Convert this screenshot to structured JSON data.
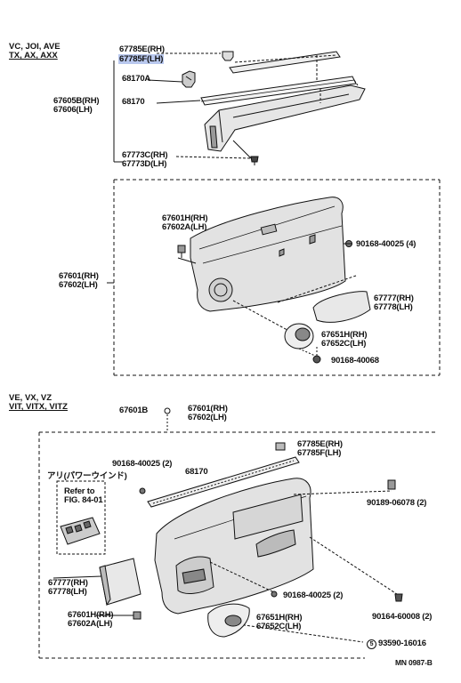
{
  "section1": {
    "header_line1": "VC, JOI, AVE",
    "header_line2": "TX, AX, AXX",
    "parts": {
      "p67785e": "67785E",
      "p67785e_sfx": "(RH)",
      "p67785f": "67785F",
      "p67785f_sfx": "(LH)",
      "p68170a": "68170A",
      "p67605b": "67605B",
      "p67605b_sfx": "(RH)",
      "p67606": "67606",
      "p67606_sfx": "(LH)",
      "p68170": "68170",
      "p67773c": "67773C",
      "p67773c_sfx": "(RH)",
      "p67773d": "67773D",
      "p67773d_sfx": "(LH)"
    }
  },
  "section2": {
    "parts": {
      "p67601h": "67601H",
      "p67601h_sfx": "(RH)",
      "p67602a": "67602A",
      "p67602a_sfx": "(LH)",
      "p90168_40025": "90168-40025 (4)",
      "p67601": "67601",
      "p67601_sfx": "(RH)",
      "p67602": "67602",
      "p67602_sfx": "(LH)",
      "p67777": "67777",
      "p67777_sfx": "(RH)",
      "p67778": "67778",
      "p67778_sfx": "(LH)",
      "p67651h": "67651H",
      "p67651h_sfx": "(RH)",
      "p67652c": "67652C",
      "p67652c_sfx": "(LH)",
      "p90168_40068": "90168-40068"
    }
  },
  "section3": {
    "header_line1": "VE, VX, VZ",
    "header_line2": "VIT, VITX, VITZ",
    "parts": {
      "p67601b": "67601B",
      "p67601": "67601",
      "p67601_sfx": "(RH)",
      "p67602": "67602",
      "p67602_sfx": "(LH)",
      "p67785e": "67785E",
      "p67785e_sfx": "(RH)",
      "p67785f": "67785F",
      "p67785f_sfx": "(LH)",
      "p90168_40025_2": "90168-40025 (2)",
      "p68170": "68170",
      "jp_note": "アリ(パワーウインド)",
      "refer_to": "Refer to",
      "refer_fig": "FIG. 84-01",
      "p90189_06078": "90189-06078 (2)",
      "p67777": "67777",
      "p67777_sfx": "(RH)",
      "p67778": "67778",
      "p67778_sfx": "(LH)",
      "p90168_40025_2b": "90168-40025 (2)",
      "p90164_60008": "90164-60008 (2)",
      "p67601h": "67601H",
      "p67601h_sfx": "(RH)",
      "p67602a": "67602A",
      "p67602a_sfx": "(LH)",
      "p67651h": "67651H",
      "p67651h_sfx": "(RH)",
      "p67652c": "67652C",
      "p67652c_sfx": "(LH)",
      "circle_mark": "5",
      "p93590": "93590-16016",
      "diagram_no": "MN 0987-B"
    }
  }
}
